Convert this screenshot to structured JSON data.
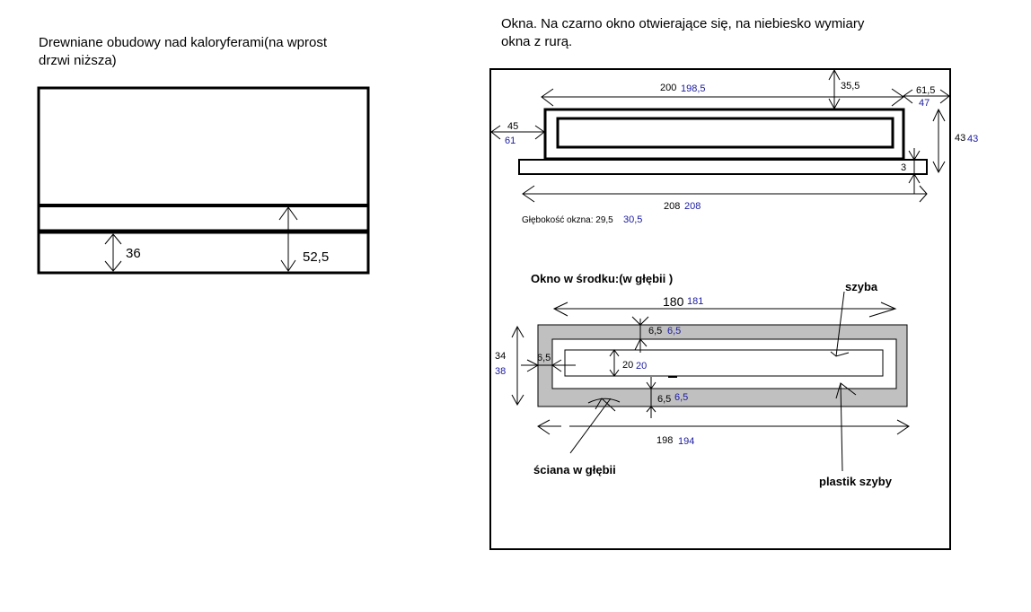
{
  "left": {
    "title_line1": "Drewniane obudowy nad kaloryferami(na wprost",
    "title_line2": "drzwi niższa)",
    "dim_36": "36",
    "dim_52_5": "52,5"
  },
  "right": {
    "title_line1": "Okna. Na czarno okno otwierające się, na niebiesko wymiary",
    "title_line2": "okna z rurą.",
    "top": {
      "w200": "200",
      "w200_blue": "198,5",
      "h35_5": "35,5",
      "r61_5": "61,5",
      "r61_5_blue": "47",
      "l45": "45",
      "l45_blue": "61",
      "h43": "43",
      "h43_blue": "43",
      "d3": "3",
      "w208": "208",
      "w208_blue": "208",
      "depth_label": "Głębokość okzna: 29,5",
      "depth_blue": "30,5"
    },
    "bottom": {
      "title": "Okno w środku:(w głębii )",
      "w180": "180",
      "w180_blue": "181",
      "top6_5": "6,5",
      "top6_5_blue": "6,5",
      "left6_5": "6,5",
      "h20": "20",
      "h20_blue": "20",
      "bot6_5": "6,5",
      "bot6_5_blue": "6,5",
      "h34": "34",
      "h34_blue": "38",
      "w198": "198",
      "w198_blue": "194",
      "label_szyba": "szyba",
      "label_plastik": "plastik szyby",
      "label_sciana": "ściana w głębii"
    }
  }
}
